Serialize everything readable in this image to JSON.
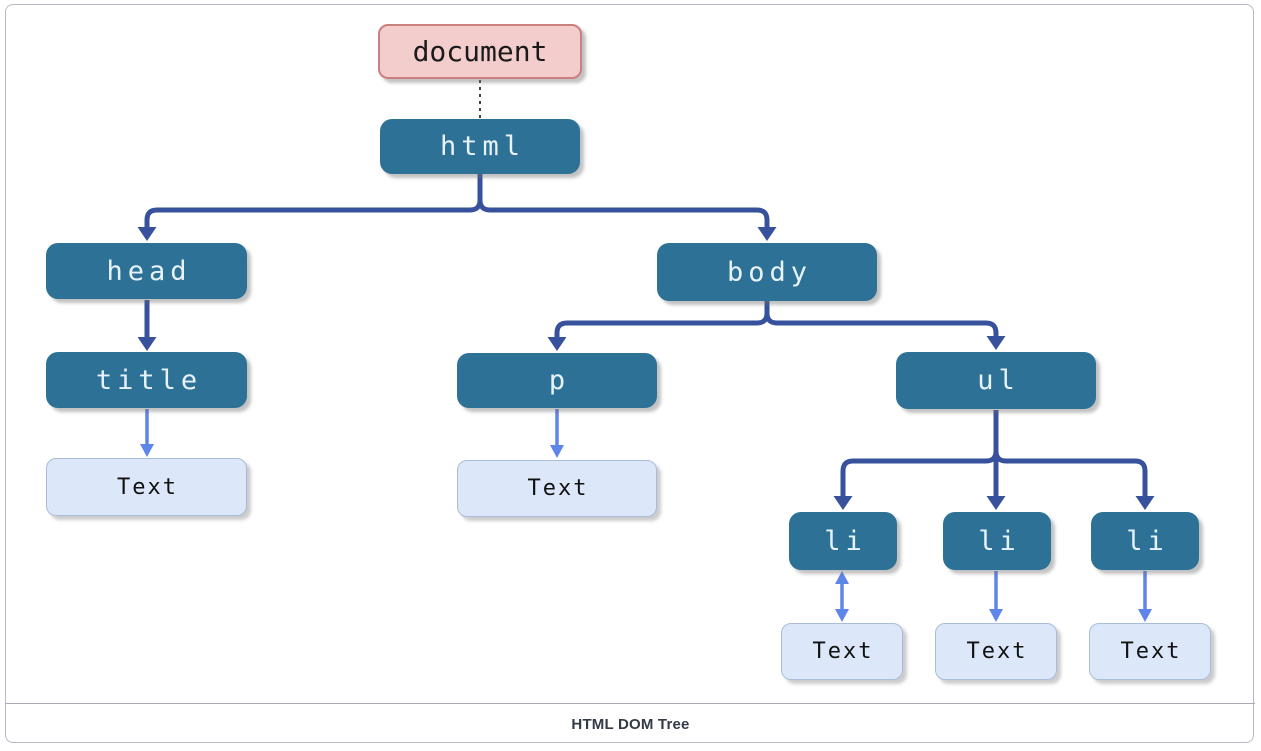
{
  "diagram": {
    "type": "tree",
    "caption": "HTML DOM Tree",
    "nodes": {
      "document": {
        "label": "document",
        "kind": "root"
      },
      "html": {
        "label": "html",
        "kind": "element"
      },
      "head": {
        "label": "head",
        "kind": "element"
      },
      "body": {
        "label": "body",
        "kind": "element"
      },
      "title": {
        "label": "title",
        "kind": "element"
      },
      "p": {
        "label": "p",
        "kind": "element"
      },
      "ul": {
        "label": "ul",
        "kind": "element"
      },
      "li1": {
        "label": "li",
        "kind": "element"
      },
      "li2": {
        "label": "li",
        "kind": "element"
      },
      "li3": {
        "label": "li",
        "kind": "element"
      },
      "text_title": {
        "label": "Text",
        "kind": "text"
      },
      "text_p": {
        "label": "Text",
        "kind": "text"
      },
      "text_li1": {
        "label": "Text",
        "kind": "text"
      },
      "text_li2": {
        "label": "Text",
        "kind": "text"
      },
      "text_li3": {
        "label": "Text",
        "kind": "text"
      }
    },
    "edges": [
      {
        "from": "document",
        "to": "html",
        "style": "dashed-black"
      },
      {
        "from": "html",
        "to": "head",
        "style": "dark-arrow"
      },
      {
        "from": "html",
        "to": "body",
        "style": "dark-arrow"
      },
      {
        "from": "head",
        "to": "title",
        "style": "dark-arrow"
      },
      {
        "from": "body",
        "to": "p",
        "style": "dark-arrow"
      },
      {
        "from": "body",
        "to": "ul",
        "style": "dark-arrow"
      },
      {
        "from": "ul",
        "to": "li1",
        "style": "dark-arrow"
      },
      {
        "from": "ul",
        "to": "li2",
        "style": "dark-arrow"
      },
      {
        "from": "ul",
        "to": "li3",
        "style": "dark-arrow"
      },
      {
        "from": "title",
        "to": "text_title",
        "style": "light-arrow"
      },
      {
        "from": "p",
        "to": "text_p",
        "style": "light-arrow"
      },
      {
        "from": "li1",
        "to": "text_li1",
        "style": "light-arrow-double"
      },
      {
        "from": "li2",
        "to": "text_li2",
        "style": "light-arrow"
      },
      {
        "from": "li3",
        "to": "text_li3",
        "style": "light-arrow"
      }
    ],
    "colors": {
      "element_fill": "#2d7296",
      "element_text": "#e8f3f9",
      "root_fill": "#f2cdcc",
      "root_border": "#c9807e",
      "root_text": "#1a1a1a",
      "textnode_fill": "#dce8f9",
      "textnode_border": "#a9bdd9",
      "textnode_text": "#111111",
      "connector_dark": "#37519d",
      "connector_light": "#5e85e9",
      "connector_dashed": "#141414",
      "caption_text": "#333b47",
      "frame_border": "#b7bac7"
    }
  }
}
